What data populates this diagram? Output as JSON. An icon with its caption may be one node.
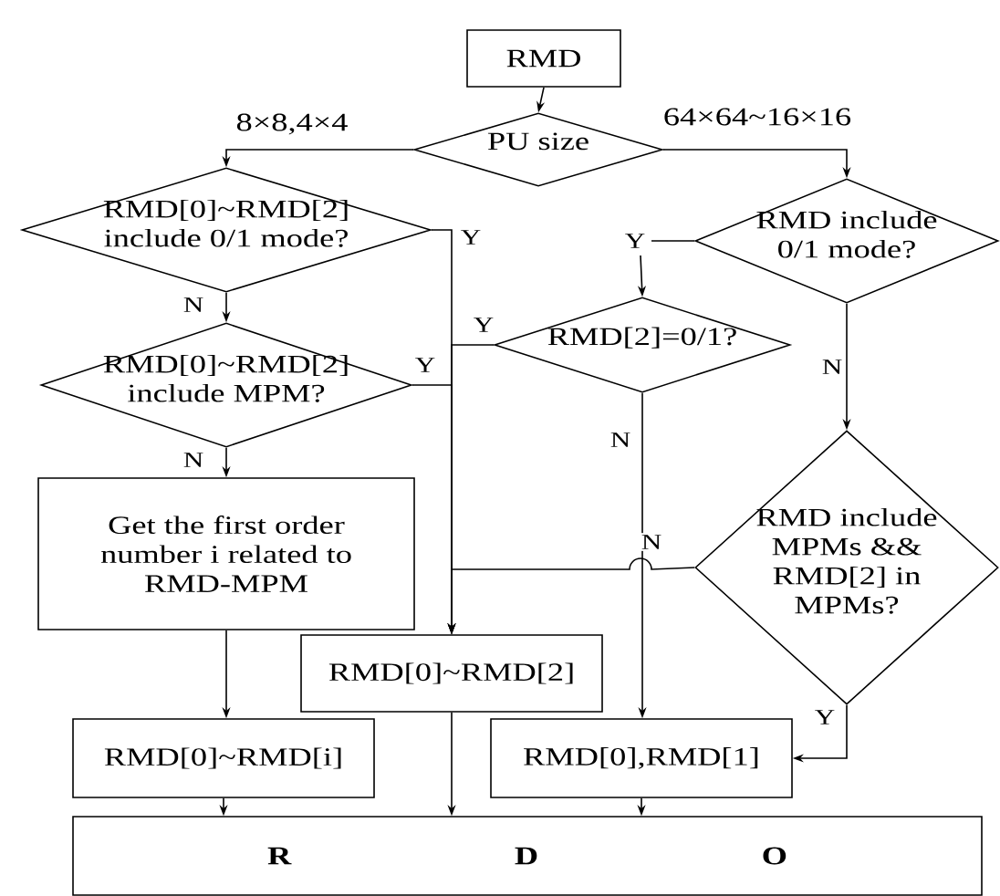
{
  "diagram": {
    "nodes": [
      {
        "text": [
          "RMD"
        ]
      },
      {
        "text": [
          "PU size"
        ]
      },
      {
        "text": [
          "RMD[0]~RMD[2] include 0/1 mode?"
        ]
      },
      {
        "text": [
          "RMD[0]~RMD[2] include MPM?"
        ]
      },
      {
        "text": [
          "Get the first order number i related to RMD-MPM"
        ]
      },
      {
        "text": [
          "RMD include 0/1 mode?"
        ]
      },
      {
        "text": [
          "RMD[2]=0/1?"
        ]
      },
      {
        "text": [
          "RMD include MPMs && RMD[2] in MPMs?"
        ]
      },
      {
        "text": [
          "RMD[0]~RMD[2]"
        ]
      },
      {
        "text": [
          "RMD[0]~RMD[i]"
        ]
      },
      {
        "text": [
          "RMD[0],RMD[1]"
        ]
      },
      {
        "text": [
          "R",
          "D",
          "O"
        ]
      }
    ],
    "edges": [
      {
        "from": 0,
        "to": 1,
        "arrow": "to"
      },
      {
        "from": 1,
        "to": 2,
        "arrow": "to",
        "label": "8×8,4×4"
      },
      {
        "from": 1,
        "to": 5,
        "arrow": "to",
        "label": "64×64~16×16"
      },
      {
        "from": 2,
        "to": 3,
        "arrow": "to",
        "label": "N"
      },
      {
        "from": 3,
        "to": 4,
        "arrow": "to",
        "label": "N"
      },
      {
        "from": 2,
        "to": 8,
        "arrow": "to",
        "label": "Y"
      },
      {
        "from": 3,
        "to": 8,
        "arrow": "to",
        "label": "Y"
      },
      {
        "from": 5,
        "to": 6,
        "arrow": "to",
        "label": "Y"
      },
      {
        "from": 5,
        "to": 7,
        "arrow": "to",
        "label": "N"
      },
      {
        "from": 6,
        "to": 8,
        "arrow": "to",
        "label": "Y"
      },
      {
        "from": 6,
        "to": 10,
        "arrow": "to",
        "label": "N"
      },
      {
        "from": 7,
        "to": 8,
        "arrow": "to",
        "label": "N"
      },
      {
        "from": 7,
        "to": 10,
        "arrow": "to",
        "label": "Y"
      },
      {
        "from": 4,
        "to": 9,
        "arrow": "to"
      },
      {
        "from": 9,
        "to": 11,
        "arrow": "to"
      },
      {
        "from": 8,
        "to": 11,
        "arrow": "to"
      },
      {
        "from": 10,
        "to": 11,
        "arrow": "to"
      }
    ]
  }
}
